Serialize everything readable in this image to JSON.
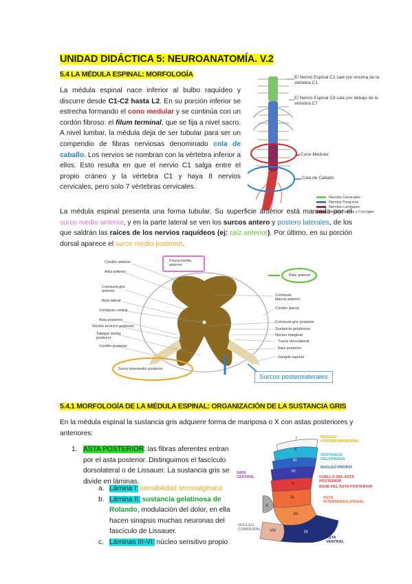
{
  "title": "UNIDAD DIDÁCTICA 5: NEUROANATOMÍA. V.2",
  "section1": {
    "heading": "5.4 LA MÉDULA ESPINAL: MORFOLOGÍA",
    "p1": {
      "t1": "La médula espinal nace inferior al bulbo raquídeo y discurre desde ",
      "b1": "C1-C2 hasta L2",
      "t2": ". En su porción inferior se estrecha formando el ",
      "cono": "cono medular",
      "t3": " y se continúa con un cordón fibroso: el ",
      "filum": "filum terminal",
      "t4": ", que se fija a nivel sacro. A nivel lumbar, la médula deja de ser tubular para ser un compendio de fibras nerviosas denominado ",
      "cola": "cola de caballo",
      "t5": ". Los nervios se nombran con la vértebra inferior a ellos. Esto resulta en que el nervio C1 salga entre el propio cráneo y la vértebra C1 y haya 8 nervios cervicales, pero solo 7 vértebras cervicales."
    },
    "p2": {
      "t1": "La médula espinal presenta una forma tubular. Su superficie anterior está marcada por el ",
      "surco_ant": "surco medio anterior",
      "t2": ", y en la parte lateral se ven los ",
      "b1": "surcos antero",
      "t3": " y ",
      "postero": "postero laterales",
      "t4": ", de los que saldrán las ",
      "b2": "raíces de los nervios raquídeos (ej: ",
      "raiz": "raíz anterior",
      "b3": ")",
      "t5": ". Por último, en su porción dorsal aparece el ",
      "surco_post": "surco medio posterior",
      "t6": "."
    }
  },
  "spine_figure": {
    "label_c1": "El Nervio Espinal C1 sale por encima de la vértebra C1",
    "label_c8": "El Nervio Espinal C8 sale por debajo de la vértebra C7",
    "label_cono": "Cono Medular",
    "label_cola": "Cola de Caballo",
    "legend": [
      {
        "label": "Nervios Cervicales",
        "color": "#7dc46a"
      },
      {
        "label": "Nervios Toracicos",
        "color": "#4a78c7"
      },
      {
        "label": "Nervios Lumbares",
        "color": "#8a2a5a"
      },
      {
        "label": "Nervios Sacros y Coccigeo",
        "color": "#d23a3a"
      }
    ]
  },
  "cross_figure": {
    "left_labels": [
      "Cordón anterior",
      "Asta anterior",
      "Comisura gris anterior",
      "Asta lateral",
      "Conducto central",
      "Asta posterior",
      "Núcleo torácico posterior",
      "Tabique medio posterior",
      "Cordón posterior",
      "Surco intermedio posterior"
    ],
    "right_labels": [
      "Raíz anterior",
      "Comisura blanca anterior",
      "Cordón lateral",
      "Comisura gris posterior",
      "Sustancia gelatinosa",
      "Núcleo marginal",
      "Tracto dorsolateral",
      "Raíz posterior",
      "Ganglio espinal"
    ],
    "label_fisura": "Fisura media anterior",
    "callout": "Surcos posterolaterales"
  },
  "section2": {
    "heading": "5.4.1 MORFOLOGÍA DE LA MÉDULA ESPINAL: ORGANIZACIÓN DE LA SUSTANCIA GRIS",
    "intro": "En la médula espinal la sustancia gris adquiere forma de mariposa o X con astas posteriores y anteriores:",
    "item1": {
      "num": "1.",
      "label": "ASTA POSTERIOR",
      "text": ": las fibras aferentes entran por el asta posterior. Distinguimos el fascículo dorsolateral o de Lissauer. La sustancia gris se divide en láminas."
    },
    "subitems": [
      {
        "mark": "a.",
        "label": "Lámina I:",
        "colored": " sensibilidad termoalgésica",
        "rest": ""
      },
      {
        "mark": "b.",
        "label": "Lámina II:",
        "colored": " sustancia gelatinosa de Rolando",
        "rest": ", modulación del dolor, en ella hacen sinapsis muchas neuronas del fascículo de Lissauer."
      },
      {
        "mark": "c.",
        "label": "Láminas III-VI:",
        "colored": "",
        "rest": " núcleo sensitivo propio"
      }
    ]
  },
  "lamina_figure": {
    "roman": [
      "I",
      "II",
      "III",
      "IV",
      "V",
      "VI",
      "VII",
      "VIII",
      "IX",
      "X"
    ],
    "labels": {
      "nucleo_post": "NUCLEO POSTEROMARGINAL",
      "sust_gel": "SUSTANCIA GELATINOSA",
      "nucleo_propio": "NUCLEO PROPIO",
      "cuello": "CUELLO DEL ASTA POSTERIOR",
      "base": "BASE DEL ASTA POSTERIOR",
      "asta_inter": "ASTA INTERMEDIOLATERAL",
      "gris_central": "GRIS CENTRAL",
      "nucleo_comissural": "NUCLEO COMISURAL",
      "asta_ventral": "ASTA VENTRAL"
    }
  }
}
